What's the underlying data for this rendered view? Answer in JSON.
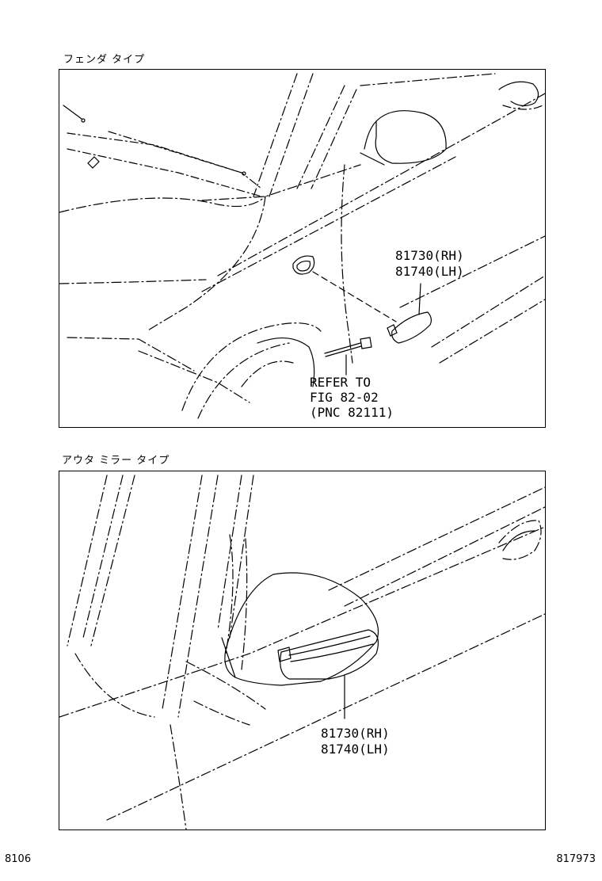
{
  "panel1": {
    "caption": "フェンダ タイプ",
    "part_rh": "81730(RH)",
    "part_lh": "81740(LH)",
    "ref_line1": "REFER TO",
    "ref_line2": "FIG 82-02",
    "ref_line3": "(PNC 82111)"
  },
  "panel2": {
    "caption": "アウタ ミラー タイプ",
    "part_rh": "81730(RH)",
    "part_lh": "81740(LH)"
  },
  "footer": {
    "left": "8106",
    "right": "817973"
  }
}
